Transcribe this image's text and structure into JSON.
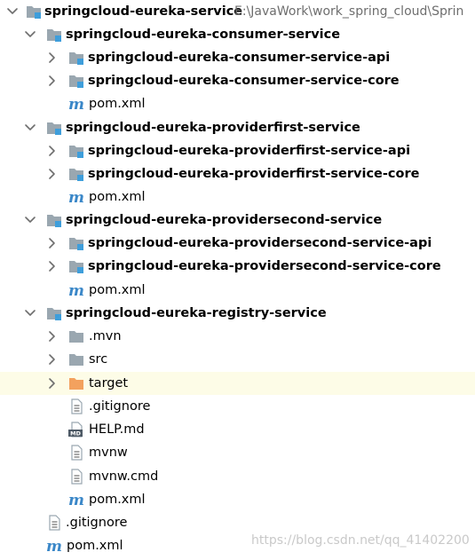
{
  "tree": {
    "root": {
      "label": "springcloud-eureka-service",
      "path": "E:\\JavaWork\\work_spring_cloud\\Sprin"
    },
    "consumer": {
      "label": "springcloud-eureka-consumer-service",
      "api": "springcloud-eureka-consumer-service-api",
      "core": "springcloud-eureka-consumer-service-core",
      "pom": "pom.xml"
    },
    "providerfirst": {
      "label": "springcloud-eureka-providerfirst-service",
      "api": "springcloud-eureka-providerfirst-service-api",
      "core": "springcloud-eureka-providerfirst-service-core",
      "pom": "pom.xml"
    },
    "providersecond": {
      "label": "springcloud-eureka-providersecond-service",
      "api": "springcloud-eureka-providersecond-service-api",
      "core": "springcloud-eureka-providersecond-service-core",
      "pom": "pom.xml"
    },
    "registry": {
      "label": "springcloud-eureka-registry-service",
      "mvn": ".mvn",
      "src": "src",
      "target": "target",
      "gitignore": ".gitignore",
      "help": "HELP.md",
      "mvnw": "mvnw",
      "mvnwcmd": "mvnw.cmd",
      "pom": "pom.xml"
    },
    "root_gitignore": ".gitignore",
    "root_pom": "pom.xml"
  },
  "icon_labels": {
    "maven": "m",
    "markdown": "MD"
  },
  "watermark": "https://blog.csdn.net/qq_41402200",
  "colors": {
    "module_folder": "#9aa7b0",
    "module_badge": "#3e9edb",
    "plain_folder": "#9aa7b0",
    "excluded_folder": "#f3a15e",
    "maven_icon": "#3a87c8",
    "highlight": "#fdfce7",
    "path_text": "#6e6e6e"
  }
}
